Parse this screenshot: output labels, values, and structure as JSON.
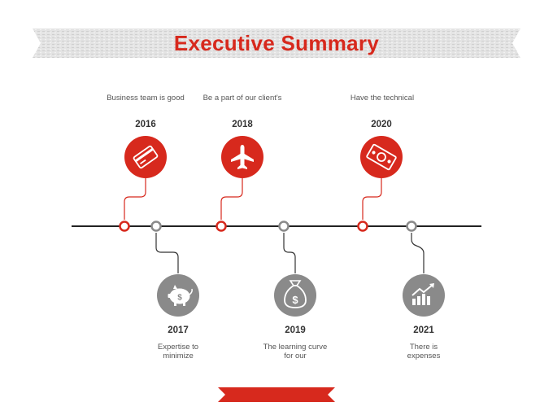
{
  "title": "Executive Summary",
  "colors": {
    "accent": "#d7291d",
    "neutral": "#8a8a8a",
    "line": "#222222"
  },
  "milestones": [
    {
      "year": "2016",
      "text": "Business team is good",
      "icon": "credit-card-icon",
      "side": "top"
    },
    {
      "year": "2017",
      "text": "Expertise to minimize",
      "icon": "piggy-bank-icon",
      "side": "bottom"
    },
    {
      "year": "2018",
      "text": "Be a part of our client's",
      "icon": "airplane-icon",
      "side": "top"
    },
    {
      "year": "2019",
      "text": "The learning curve for our",
      "icon": "money-bag-icon",
      "side": "bottom"
    },
    {
      "year": "2020",
      "text": "Have the technical",
      "icon": "banknote-icon",
      "side": "top"
    },
    {
      "year": "2021",
      "text": "There is expenses",
      "icon": "growth-chart-icon",
      "side": "bottom"
    }
  ]
}
